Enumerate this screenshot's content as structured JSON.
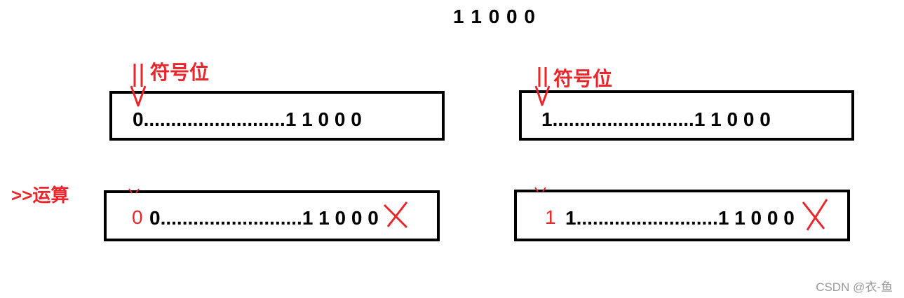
{
  "title_bits": "1 1 0 0 0",
  "sign_label": "符号位",
  "operation_label": ">>运算",
  "boxes": {
    "positive": {
      "bits": "0..........................1 1 0 0 0"
    },
    "negative": {
      "bits": "1..........................1 1 0 0 0"
    },
    "positive_shifted": {
      "fill_bit": "0",
      "bits": "0..........................1 1 0 0 0"
    },
    "negative_shifted": {
      "fill_bit": "1",
      "bits": "1..........................1 1 0 0 0"
    }
  },
  "colors": {
    "accent": "#e8262b",
    "text": "#000000",
    "watermark": "#9a9a9a"
  },
  "icons": [
    "down-arrow-icon",
    "cross-mark-icon"
  ],
  "watermark": "CSDN @衣-鱼"
}
